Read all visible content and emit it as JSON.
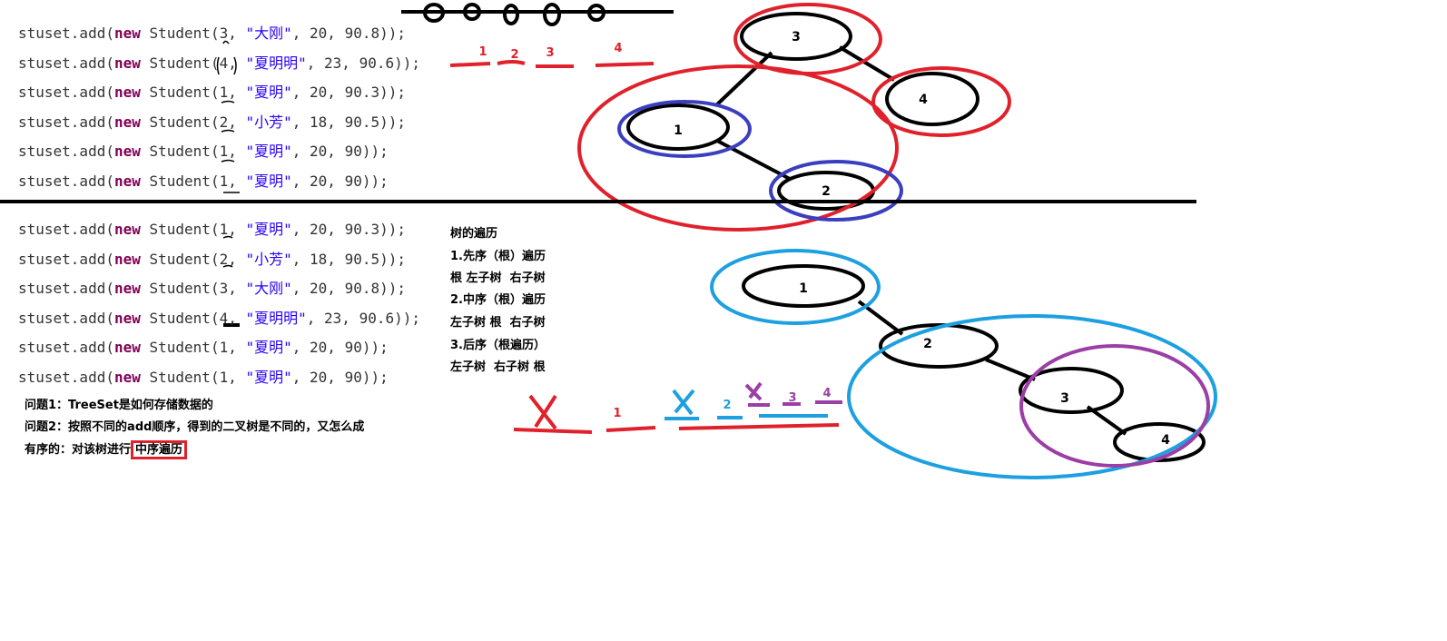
{
  "code_top": [
    {
      "obj": "stuset",
      "method": ".add(",
      "kw": "new",
      "cls": " Student(",
      "id": "3",
      "sep": ", ",
      "name": "\"大刚\"",
      "rest": ", 20, 90.8));"
    },
    {
      "obj": "stuset",
      "method": ".add(",
      "kw": "new",
      "cls": " Student(",
      "id": "4",
      "sep": ", ",
      "name": "\"夏明明\"",
      "rest": ", 23, 90.6));"
    },
    {
      "obj": "stuset",
      "method": ".add(",
      "kw": "new",
      "cls": " Student(",
      "id": "1",
      "sep": ", ",
      "name": "\"夏明\"",
      "rest": ", 20, 90.3));"
    },
    {
      "obj": "stuset",
      "method": ".add(",
      "kw": "new",
      "cls": " Student(",
      "id": "2",
      "sep": ", ",
      "name": "\"小芳\"",
      "rest": ", 18, 90.5));"
    },
    {
      "obj": "stuset",
      "method": ".add(",
      "kw": "new",
      "cls": " Student(",
      "id": "1",
      "sep": ", ",
      "name": "\"夏明\"",
      "rest": ", 20, 90));"
    },
    {
      "obj": "stuset",
      "method": ".add(",
      "kw": "new",
      "cls": " Student(",
      "id": "1",
      "sep": ", ",
      "name": "\"夏明\"",
      "rest": ", 20, 90));"
    }
  ],
  "code_bottom": [
    {
      "obj": "stuset",
      "method": ".add(",
      "kw": "new",
      "cls": " Student(",
      "id": "1",
      "sep": ", ",
      "name": "\"夏明\"",
      "rest": ", 20, 90.3));"
    },
    {
      "obj": "stuset",
      "method": ".add(",
      "kw": "new",
      "cls": " Student(",
      "id": "2",
      "sep": ", ",
      "name": "\"小芳\"",
      "rest": ", 18, 90.5));"
    },
    {
      "obj": "stuset",
      "method": ".add(",
      "kw": "new",
      "cls": " Student(",
      "id": "3",
      "sep": ", ",
      "name": "\"大刚\"",
      "rest": ", 20, 90.8));"
    },
    {
      "obj": "stuset",
      "method": ".add(",
      "kw": "new",
      "cls": " Student(",
      "id": "4",
      "sep": ", ",
      "name": "\"夏明明\"",
      "rest": ", 23, 90.6));"
    },
    {
      "obj": "stuset",
      "method": ".add(",
      "kw": "new",
      "cls": " Student(",
      "id": "1",
      "sep": ", ",
      "name": "\"夏明\"",
      "rest": ", 20, 90));"
    },
    {
      "obj": "stuset",
      "method": ".add(",
      "kw": "new",
      "cls": " Student(",
      "id": "1",
      "sep": ", ",
      "name": "\"夏明\"",
      "rest": ", 20, 90));"
    }
  ],
  "questions": {
    "q1": "问题1：TreeSet是如何存储数据的",
    "q2": "问题2：按照不同的add顺序，得到的二叉树是不同的，又怎么成",
    "q3_prefix": "有序的：对该树进行",
    "q3_highlight": "中序遍历"
  },
  "traversal_notes": {
    "title": "树的遍历",
    "preorder": "1.先序（根）遍历",
    "preorder_order": "根 左子树  右子树",
    "inorder": "2.中序（根）遍历",
    "inorder_order": "左子树 根  右子树",
    "postorder": "3.后序（根遍历）",
    "postorder_order": "左子树  右子树 根"
  },
  "top_tree": {
    "nodes": [
      "3",
      "4",
      "1",
      "2"
    ],
    "sequence_labels": [
      "1",
      "2",
      "3",
      "4"
    ]
  },
  "bottom_tree": {
    "nodes": [
      "1",
      "2",
      "3",
      "4"
    ],
    "red_sequence_labels": [
      "1"
    ],
    "blue_sequence_labels": [
      "2"
    ],
    "purple_sequence_labels": [
      "3",
      "4"
    ]
  },
  "colors": {
    "red": "#e0212b",
    "blue": "#3b3fbf",
    "light_blue": "#1ea0e0",
    "purple": "#9b3fa6",
    "keyword": "#7f0055",
    "string": "#2a00ff"
  }
}
